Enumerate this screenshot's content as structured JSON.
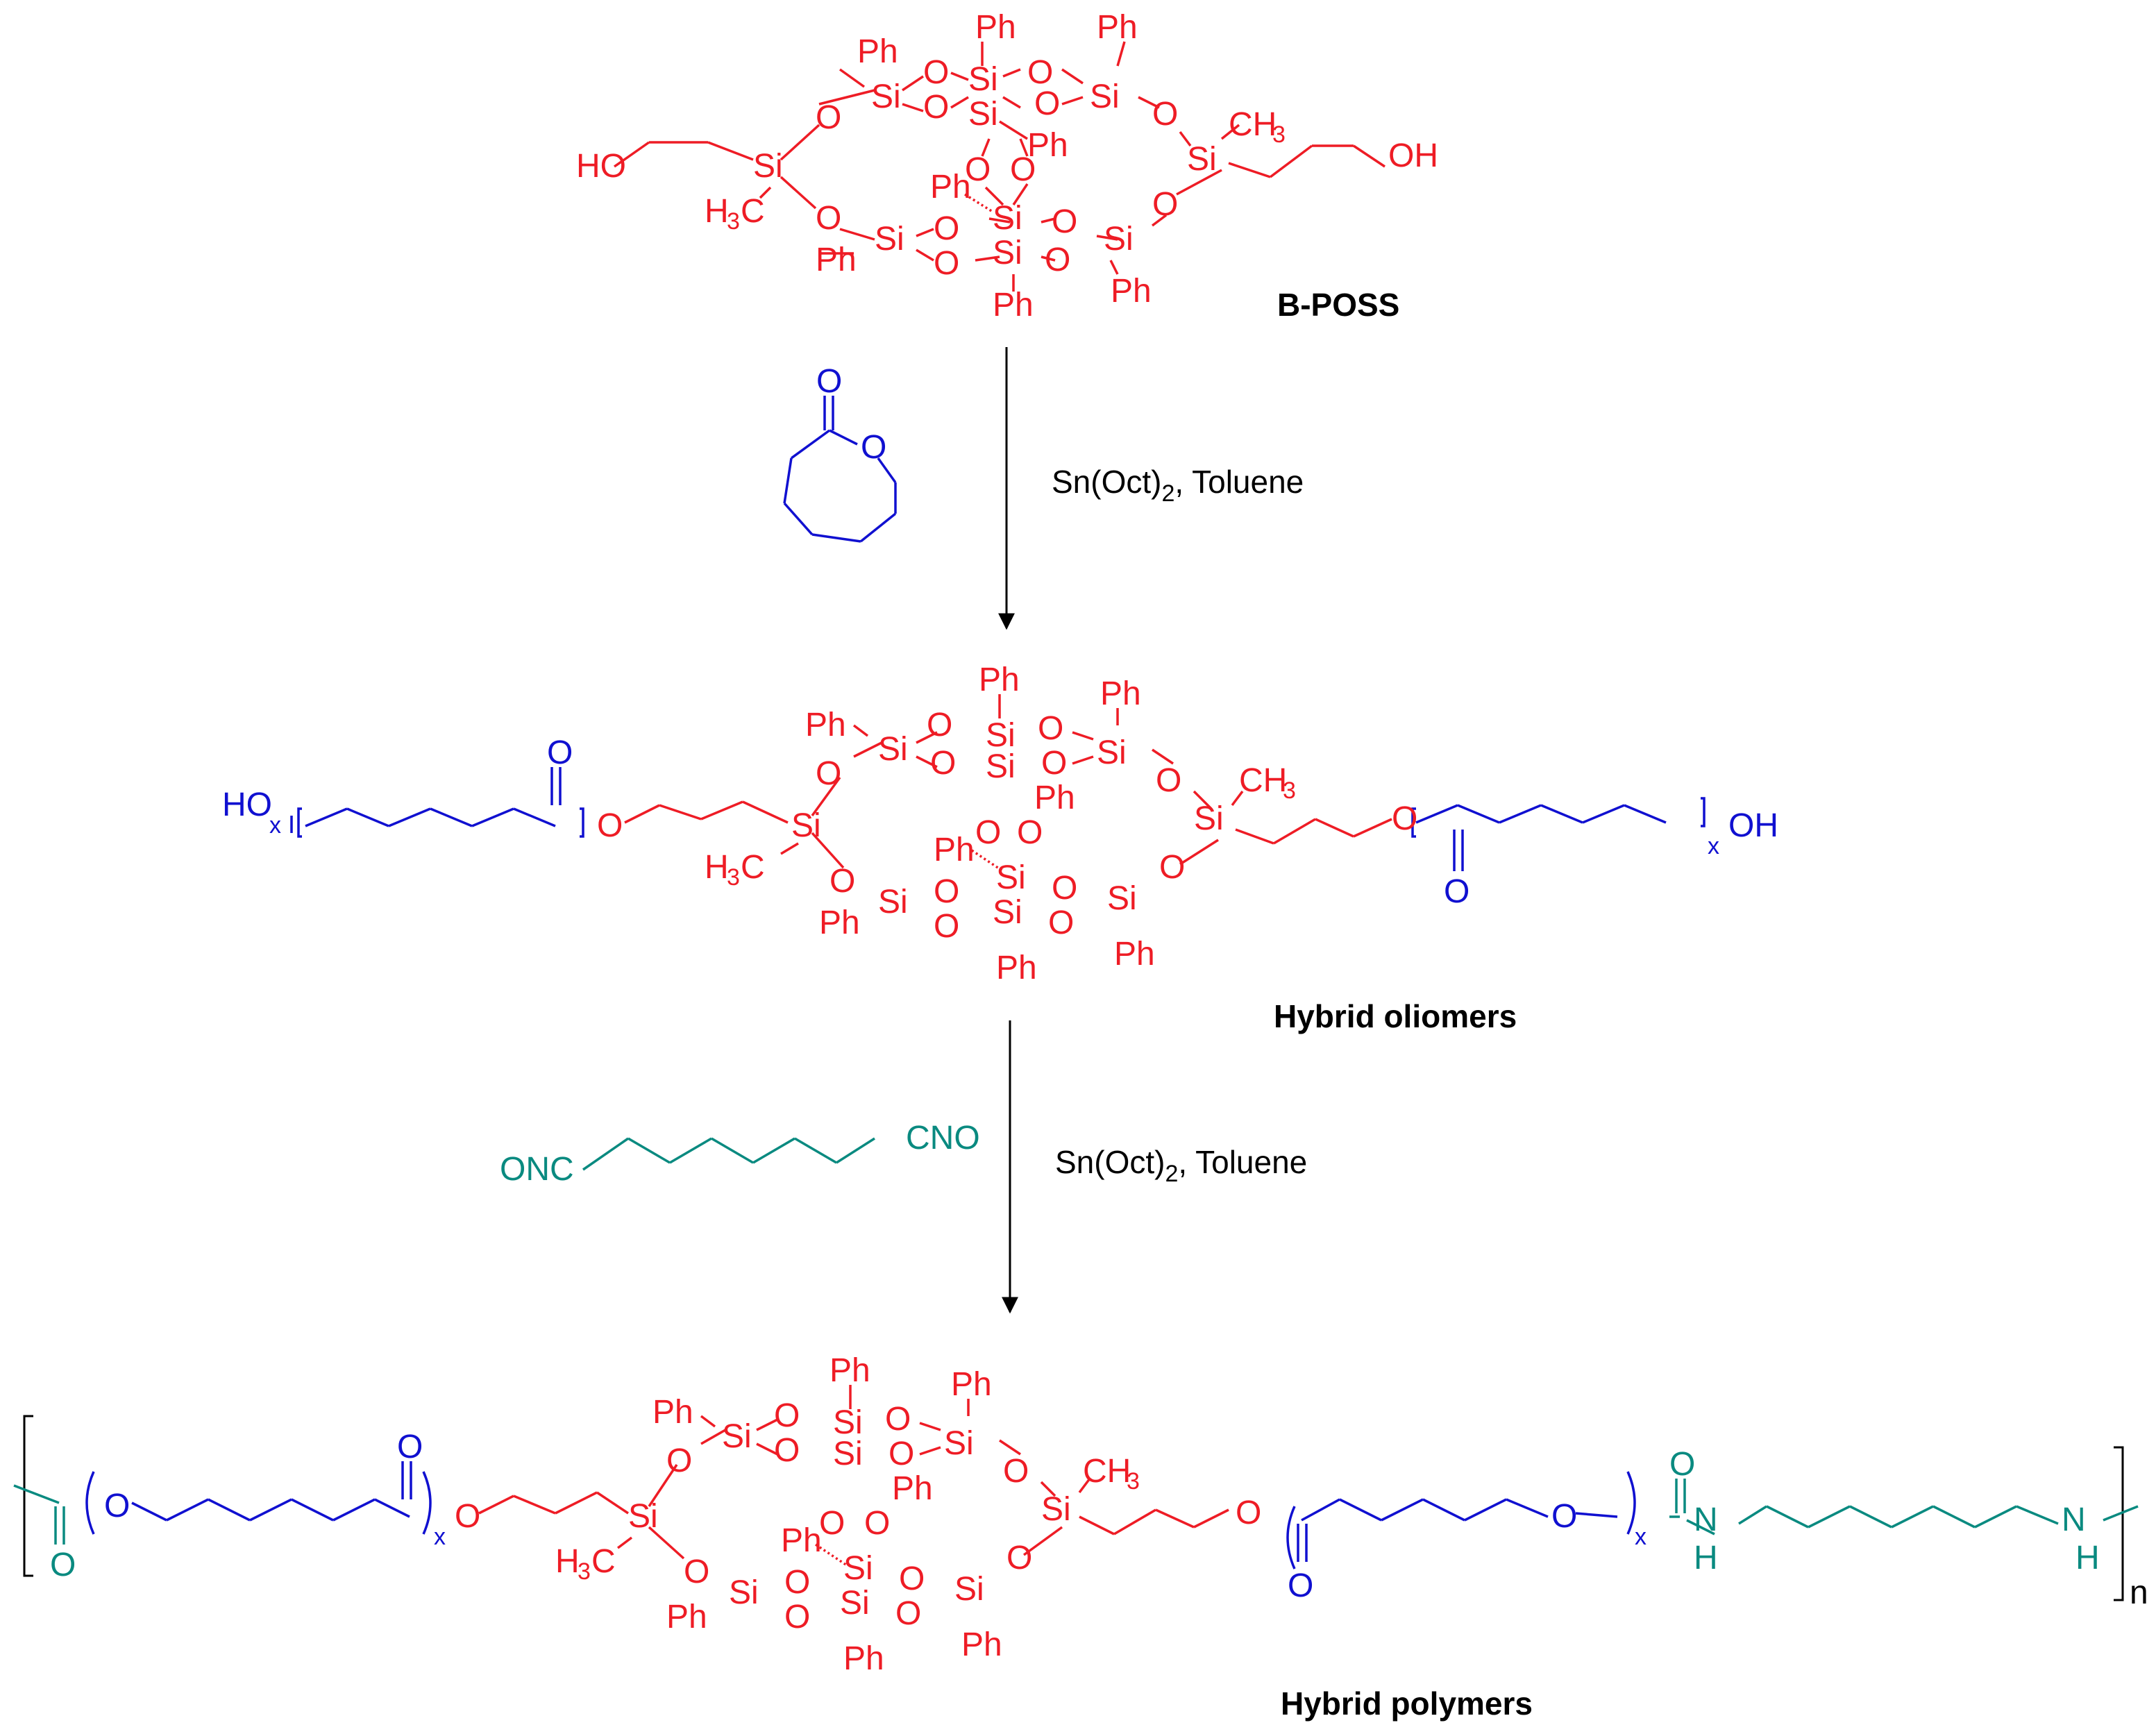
{
  "colors": {
    "poss": "#ee1c25",
    "caprolactone": "#1010d0",
    "urethane": "#0a8a80",
    "text": "#000000"
  },
  "poss_atoms": {
    "ph": "Ph",
    "o": "O",
    "si": "Si",
    "ch3": "CH",
    "ch3_sub": "3",
    "h3c": "H",
    "h3c_sub": "3",
    "h3c_c": "C"
  },
  "stage1": {
    "label": "B-POSS",
    "left_group": "HO",
    "right_group": "OH"
  },
  "step1": {
    "reagent_atom": "O",
    "reagent_ring_o": "O",
    "conditions_pre": "Sn(Oct)",
    "conditions_sub": "2",
    "conditions_post": ", Toluene"
  },
  "stage2": {
    "label": "Hybrid oliomers",
    "left_group": "HO",
    "left_x": "x",
    "right_group": "OH",
    "right_x": "x",
    "o": "O"
  },
  "step2": {
    "reagent_left": "ONC",
    "reagent_right": "CNO",
    "conditions_pre": "Sn(Oct)",
    "conditions_sub": "2",
    "conditions_post": ",  Toluene"
  },
  "stage3": {
    "label": "Hybrid polymers",
    "o": "O",
    "x": "x",
    "nh": "N",
    "h": "H",
    "n": "n"
  }
}
